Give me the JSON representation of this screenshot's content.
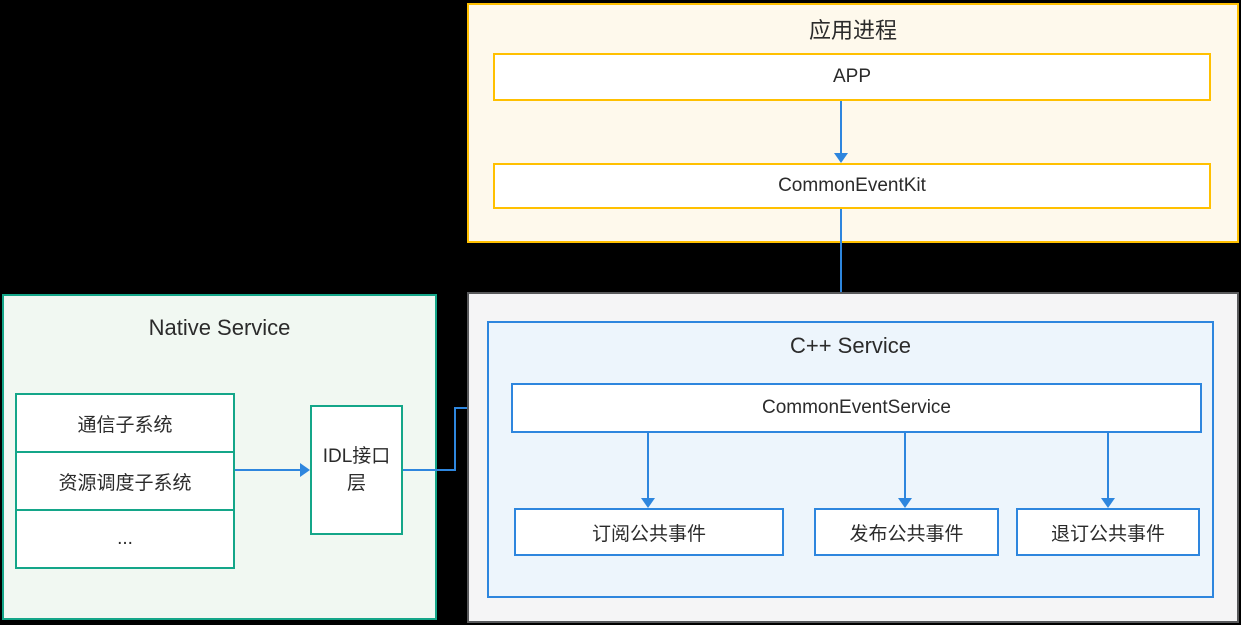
{
  "diagram": {
    "app_process": {
      "title": "应用进程",
      "app_label": "APP",
      "kit_label": "CommonEventKit"
    },
    "native_service": {
      "title": "Native Service",
      "subsystems": [
        "通信子系统",
        "资源调度子系统",
        "..."
      ],
      "idl_label": "IDL接口层"
    },
    "cpp_service": {
      "title": "C++ Service",
      "service_label": "CommonEventService",
      "operations": [
        "订阅公共事件",
        "发布公共事件",
        "退订公共事件"
      ]
    }
  },
  "colors": {
    "gold_border": "#ffc000",
    "gold_bg": "#fef9ec",
    "teal_border": "#14a689",
    "teal_bg": "#f1f8f2",
    "blue_border": "#2e86de",
    "blue_bg": "#edf5fc",
    "gray_border": "#58595b",
    "gray_bg": "#f5f5f6",
    "canvas_bg": "#000000",
    "text": "#2b2b2b",
    "arrow": "#2e86de"
  }
}
